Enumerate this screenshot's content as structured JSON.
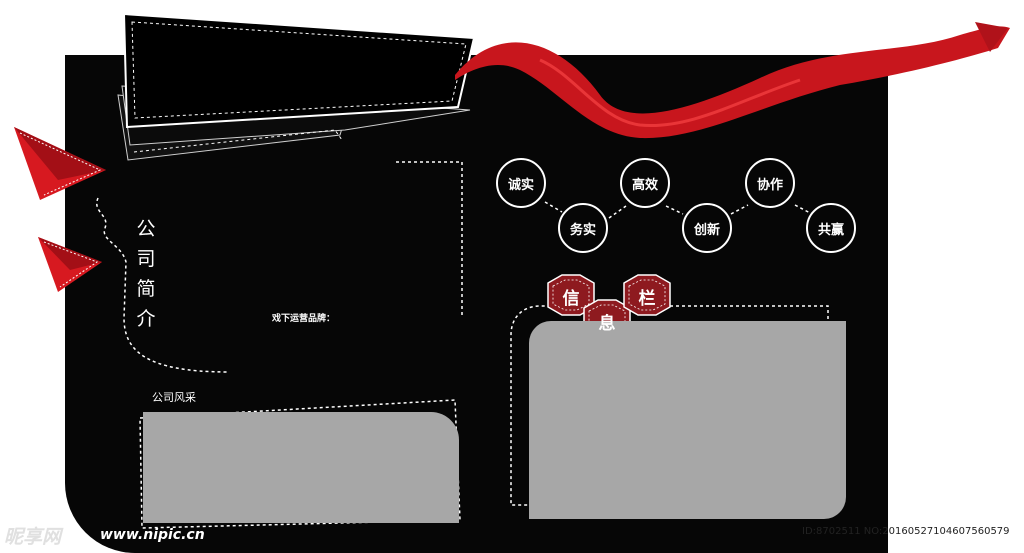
{
  "intro": {
    "title_chars": [
      "公",
      "司",
      "简",
      "介"
    ],
    "snippet": "戏下运营品牌："
  },
  "values": [
    {
      "label": "诚实"
    },
    {
      "label": "务实"
    },
    {
      "label": "高效"
    },
    {
      "label": "创新"
    },
    {
      "label": "协作"
    },
    {
      "label": "共赢"
    }
  ],
  "info_board": {
    "chars": [
      "信",
      "息",
      "栏"
    ]
  },
  "gallery": {
    "label": "公司风采"
  },
  "watermark": {
    "logo_text": "昵享网",
    "url": "www.nipic.cn",
    "id_text": "ID:8702511 NO:20160527104607560579"
  },
  "colors": {
    "board": "#060606",
    "accent_red": "#d71920",
    "hex_fill": "#8e1a1f",
    "panel_gray": "#a7a7a7"
  },
  "icons": [
    "ribbon-icon",
    "paper-plane-icon",
    "hexagon-icon"
  ]
}
